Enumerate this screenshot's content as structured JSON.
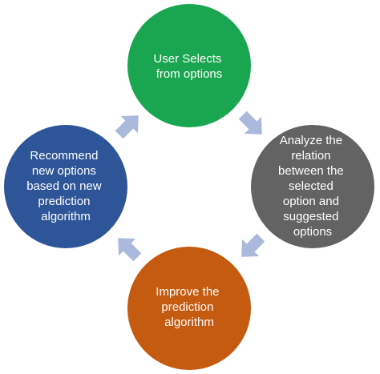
{
  "diagram": {
    "type": "cycle",
    "arrow_color": "#aab9dc",
    "nodes": [
      {
        "id": "user-selects",
        "color": "#1aa550",
        "lines": [
          "User Selects",
          "from options"
        ]
      },
      {
        "id": "analyze",
        "color": "#636363",
        "lines": [
          "Analyze the",
          "relation",
          "between the",
          "selected",
          "option and",
          "suggested",
          "options"
        ]
      },
      {
        "id": "improve",
        "color": "#c55a11",
        "lines": [
          "Improve the",
          "prediction",
          "algorithm"
        ]
      },
      {
        "id": "recommend",
        "color": "#2e5597",
        "lines": [
          "Recommend",
          "new options",
          "based on new",
          "prediction",
          "algorithm"
        ]
      }
    ],
    "arrows": [
      {
        "from": "user-selects",
        "to": "analyze",
        "direction": "down-right"
      },
      {
        "from": "analyze",
        "to": "improve",
        "direction": "down-left"
      },
      {
        "from": "improve",
        "to": "recommend",
        "direction": "up-left"
      },
      {
        "from": "recommend",
        "to": "user-selects",
        "direction": "up-right"
      }
    ]
  }
}
